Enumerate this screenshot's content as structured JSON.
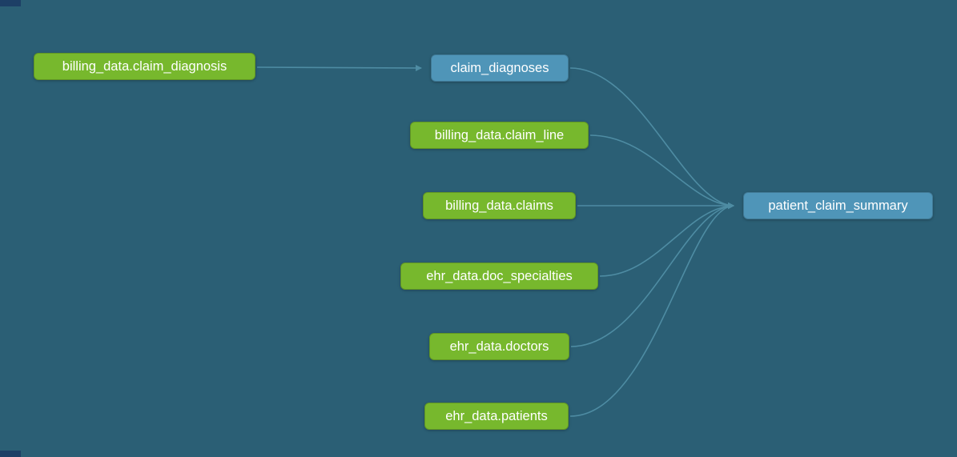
{
  "colors": {
    "background": "#2b5f75",
    "edge": "#4e8ca3",
    "source_node": "#77b82d",
    "model_node": "#4f95b8",
    "node_text": "#ffffff",
    "corner_accent": "#1d3f66"
  },
  "diagram": {
    "type": "lineage-graph",
    "nodes": [
      {
        "label": "billing_data.claim_diagnosis",
        "kind": "source"
      },
      {
        "label": "claim_diagnoses",
        "kind": "model"
      },
      {
        "label": "billing_data.claim_line",
        "kind": "source"
      },
      {
        "label": "billing_data.claims",
        "kind": "source"
      },
      {
        "label": "ehr_data.doc_specialties",
        "kind": "source"
      },
      {
        "label": "ehr_data.doctors",
        "kind": "source"
      },
      {
        "label": "ehr_data.patients",
        "kind": "source"
      },
      {
        "label": "patient_claim_summary",
        "kind": "model"
      }
    ],
    "edges": [
      {
        "from": "billing_data.claim_diagnosis",
        "to": "claim_diagnoses"
      },
      {
        "from": "claim_diagnoses",
        "to": "patient_claim_summary"
      },
      {
        "from": "billing_data.claim_line",
        "to": "patient_claim_summary"
      },
      {
        "from": "billing_data.claims",
        "to": "patient_claim_summary"
      },
      {
        "from": "ehr_data.doc_specialties",
        "to": "patient_claim_summary"
      },
      {
        "from": "ehr_data.doctors",
        "to": "patient_claim_summary"
      },
      {
        "from": "ehr_data.patients",
        "to": "patient_claim_summary"
      }
    ]
  }
}
